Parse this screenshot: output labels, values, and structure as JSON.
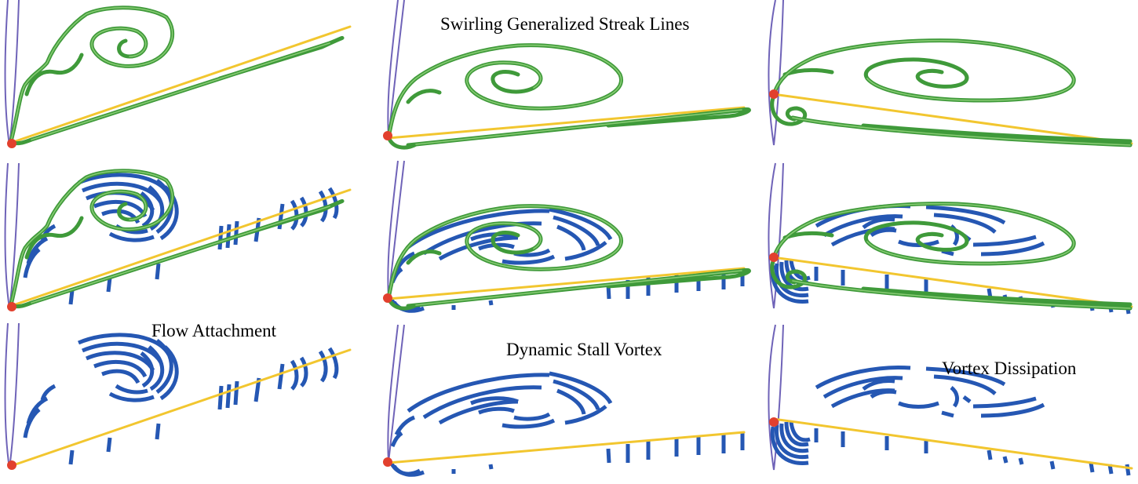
{
  "captions": {
    "top_title": "Swirling Generalized Streak Lines",
    "flow_attachment": "Flow Attachment",
    "dynamic_stall": "Dynamic Stall Vortex",
    "vortex_dissipation": "Vortex Dissipation"
  },
  "colors": {
    "streak_line": "#3f9a3a",
    "path_segments": "#2557b3",
    "reference_line": "#f2c62f",
    "airfoil_outline": "#6f63b8",
    "seed_point": "#e2402d",
    "background": "#ffffff"
  },
  "layout_grid": {
    "rows": [
      "streak-lines",
      "streak-lines-with-segments",
      "segments"
    ],
    "columns": [
      "flow-attachment",
      "dynamic-stall-vortex",
      "vortex-dissipation"
    ]
  }
}
